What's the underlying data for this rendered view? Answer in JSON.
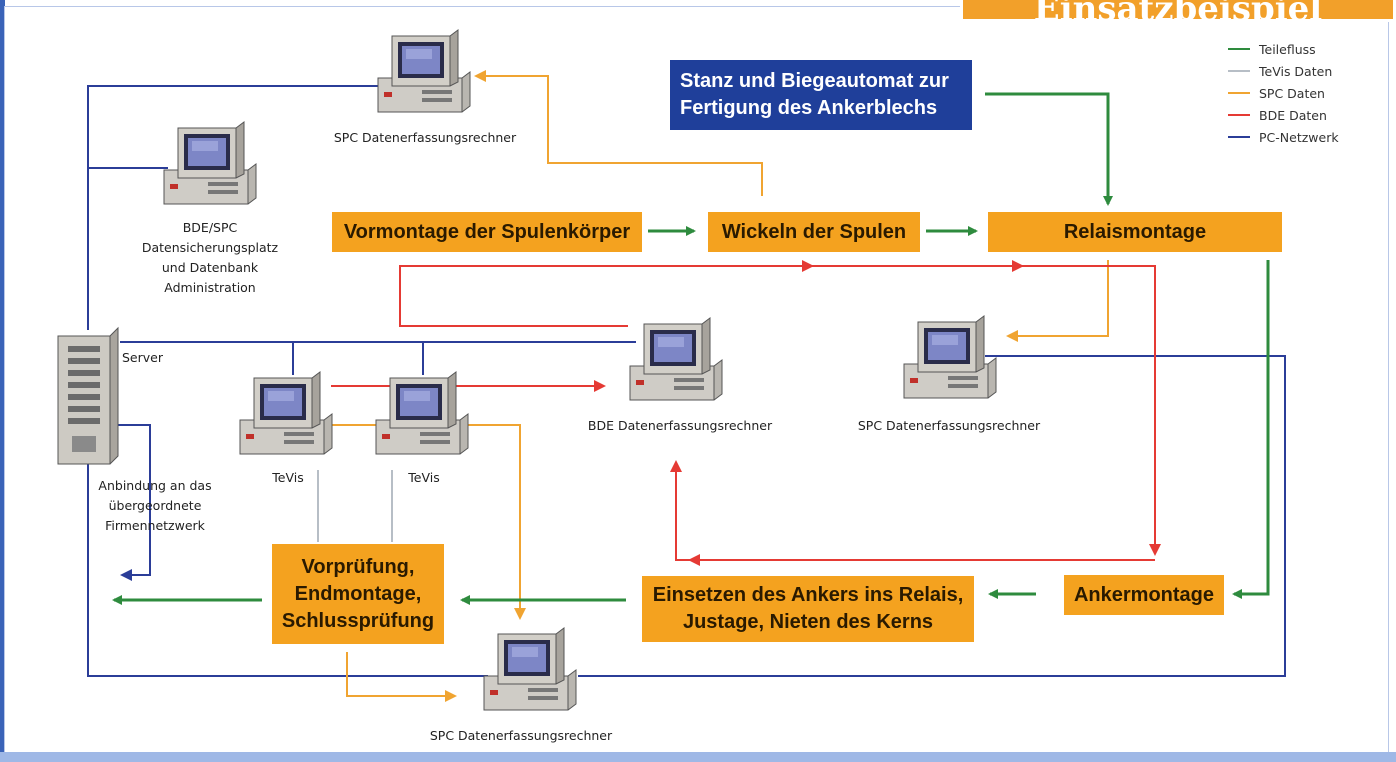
{
  "title": "Einsatzbeispiel",
  "colors": {
    "teilefluss": "#2e8b3e",
    "tevis": "#b7bec6",
    "spc": "#f0a431",
    "bde": "#e53a34",
    "netz": "#2b3d98",
    "box": "#f4a21f",
    "box_blue": "#1f3f9a"
  },
  "legend": [
    {
      "label": "Teilefluss",
      "color": "#2e8b3e"
    },
    {
      "label": "TeVis Daten",
      "color": "#b7bec6"
    },
    {
      "label": "SPC Daten",
      "color": "#f0a431"
    },
    {
      "label": "BDE Daten",
      "color": "#e53a34"
    },
    {
      "label": "PC-Netzwerk",
      "color": "#2b3d98"
    }
  ],
  "process": {
    "stanz": "Stanz und Biegeautomat zur\nFertigung des Ankerblechs",
    "vormontage": "Vormontage der Spulenkörper",
    "wickeln": "Wickeln der Spulen",
    "relaismontage": "Relaismontage",
    "ankermontage": "Ankermontage",
    "einsetzen": "Einsetzen des Ankers ins Relais,\nJustage, Nieten des Kerns",
    "vorpruefung": "Vorprüfung,\nEndmontage,\nSchlussprüfung"
  },
  "computers": {
    "spc_top": "SPC Datenerfassungsrechner",
    "bde_spc": "BDE/SPC\nDatensicherungsplatz\nund Datenbank\nAdministration",
    "server": "Server",
    "anbindung": "Anbindung an das\nübergeordnete\nFirmennetzwerk",
    "tevis1": "TeVis",
    "tevis2": "TeVis",
    "bde": "BDE Datenerfassungsrechner",
    "spc_right": "SPC Datenerfassungsrechner",
    "spc_bottom": "SPC Datenerfassungsrechner"
  }
}
